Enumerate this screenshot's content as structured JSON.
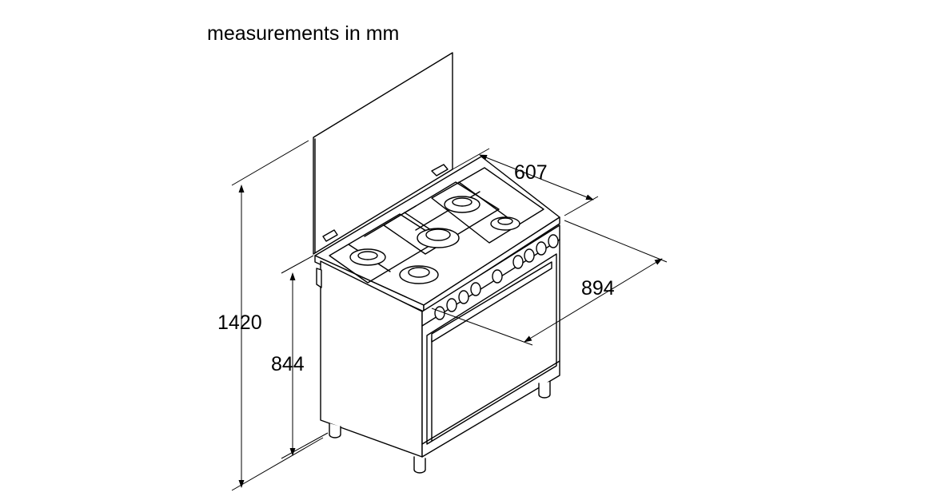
{
  "title": "measurements in mm",
  "dimensions": {
    "total_height": "1420",
    "body_height": "844",
    "width": "607",
    "depth": "894"
  },
  "colors": {
    "line": "#000000",
    "background": "#ffffff"
  }
}
